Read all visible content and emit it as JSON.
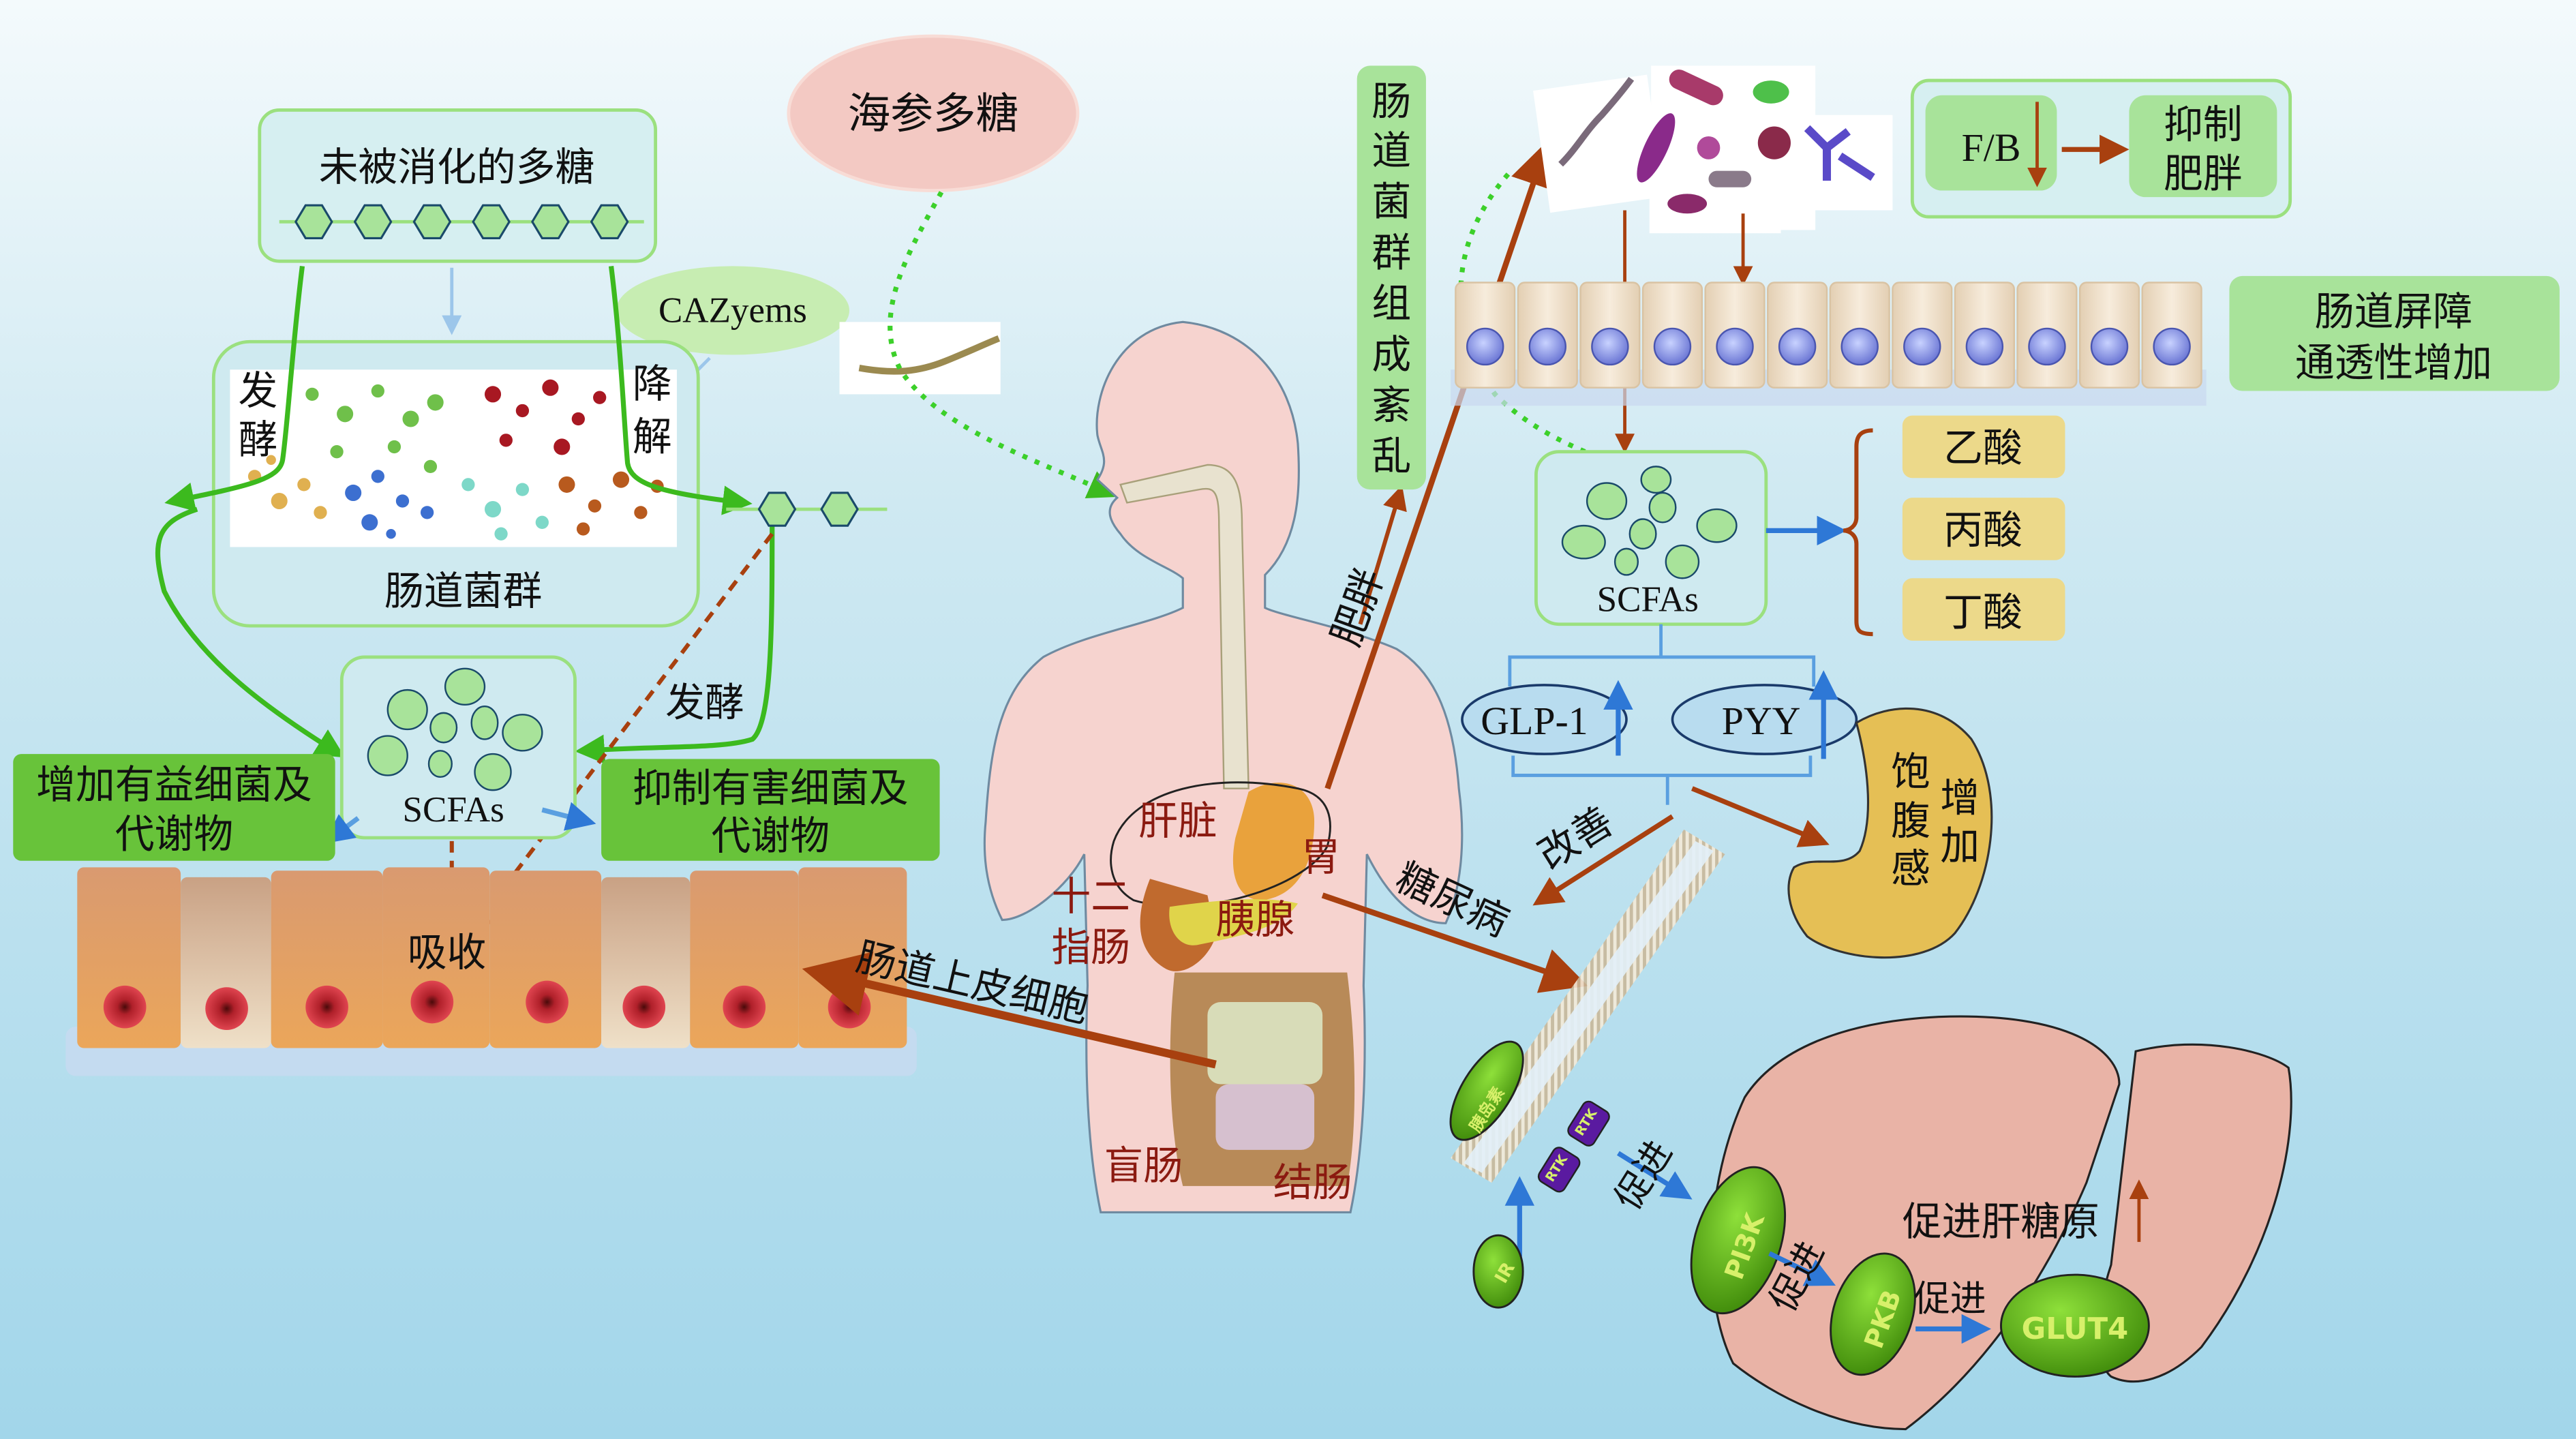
{
  "source": {
    "label": "海参多糖"
  },
  "left_panel": {
    "undigested_polysaccharide": "未被消化的多糖",
    "enzyme": "CAZyems",
    "gut_flora": "肠道菌群",
    "ferment_left": [
      "发",
      "酵"
    ],
    "degrade": [
      "降",
      "解"
    ],
    "ferment_mid": "发酵",
    "scfas": "SCFAs",
    "increase_beneficial": [
      "增加有益细菌及",
      "代谢物"
    ],
    "inhibit_harmful": [
      "抑制有害细菌及",
      "代谢物"
    ],
    "absorb": "吸收",
    "epithelial_arrow": "肠道上皮细胞"
  },
  "body": {
    "organs": {
      "liver": "肝脏",
      "stomach": "胃",
      "duodenum": [
        "十二",
        "指肠"
      ],
      "pancreas": "胰腺",
      "cecum": "盲肠",
      "colon": "结肠"
    },
    "obesity_label": "肥胖",
    "diabetes_label": "糖尿病"
  },
  "right_panel": {
    "dysbiosis": [
      "肠",
      "道",
      "菌",
      "群",
      "组",
      "成",
      "紊",
      "乱"
    ],
    "fb_ratio": "F/B",
    "suppress_obesity": [
      "抑制",
      "肥胖"
    ],
    "barrier": [
      "肠道屏障",
      "通透性增加"
    ],
    "scfas": "SCFAs",
    "acids": [
      "乙酸",
      "丙酸",
      "丁酸"
    ],
    "hormones": [
      "GLP-1",
      "PYY"
    ],
    "satiety": {
      "col1": [
        "饱",
        "腹",
        "感"
      ],
      "col2": [
        "增",
        "加"
      ]
    },
    "improve": "改善",
    "insulin": "胰岛素",
    "rtk": "RTK",
    "ir": "IR",
    "pi3k": "PI3K",
    "pkb": "PKB",
    "glut4": "GLUT4",
    "promote": "促进",
    "promote_glycogen": "促进肝糖原"
  },
  "colors": {
    "green_box": "#a8e39a",
    "green_dark": "#6cc644",
    "arrow_brown": "#a8400f",
    "arrow_blue": "#2e78d6",
    "acid_box": "#ecd98a",
    "body_pink": "#f6d3cf",
    "liver_pink": "#e9b3a6"
  }
}
